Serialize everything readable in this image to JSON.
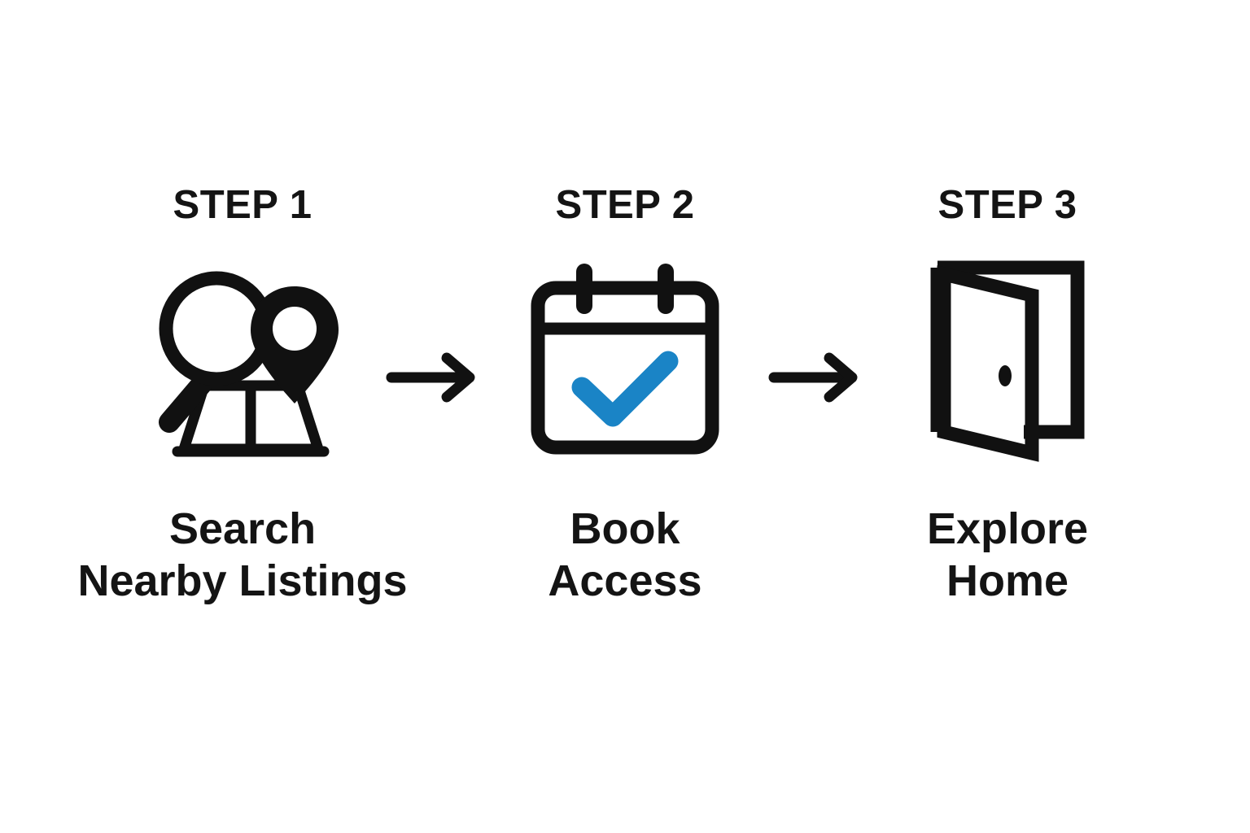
{
  "background_color": "#ffffff",
  "text_color": "#141414",
  "accent_color": "#1a84c6",
  "steps": [
    {
      "heading": "STEP 1",
      "icon": "search-map-pin-icon",
      "label_primary": "Search",
      "label_secondary": "Nearby Listings"
    },
    {
      "heading": "STEP 2",
      "icon": "calendar-check-icon",
      "label_primary": "Book",
      "label_secondary": "Access"
    },
    {
      "heading": "STEP 3",
      "icon": "open-door-icon",
      "label_primary": "Explore",
      "label_secondary": "Home"
    }
  ],
  "connectors": [
    {
      "icon": "arrow-right-icon"
    },
    {
      "icon": "arrow-right-icon"
    }
  ]
}
